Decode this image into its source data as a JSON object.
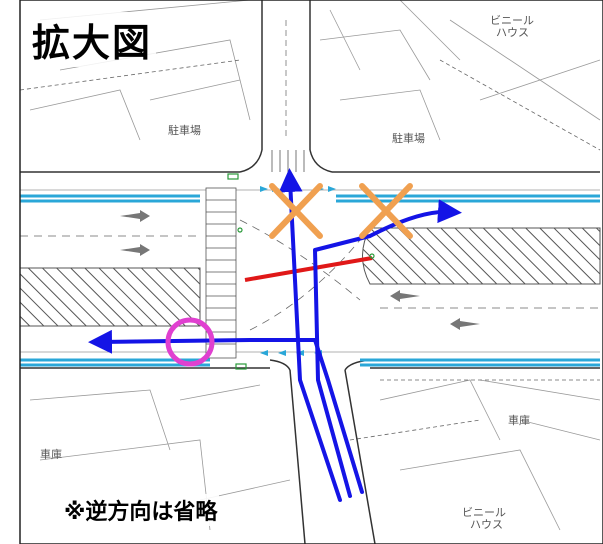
{
  "title": "拡大図",
  "note": "※逆方向は省略",
  "place_labels": {
    "parking_1": "駐車場",
    "parking_2": "駐車場",
    "vinyl_house_1": "ビニール\nハウス",
    "vinyl_house_2": "ビニール\nハウス",
    "garage_1": "車庫",
    "garage_2": "車庫"
  },
  "legend": {
    "ok_symbol": "circle",
    "ng_symbol": "cross"
  },
  "colors": {
    "route": "#1414e6",
    "ok_marker": "#e040d0",
    "ng_marker": "#f0a050",
    "stop_line": "#e01818",
    "bike_lane": "#2aa7d8",
    "hatch": "#555555",
    "road_edge": "#333333"
  }
}
